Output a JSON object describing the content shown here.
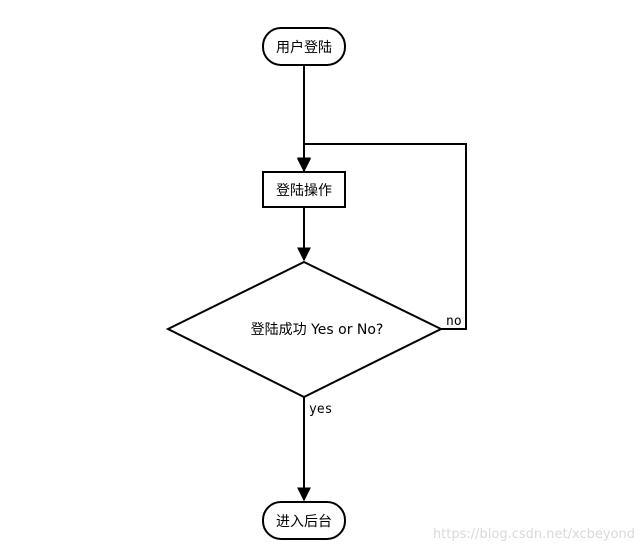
{
  "nodes": {
    "start": {
      "label": "用户登陆"
    },
    "login_action": {
      "label": "登陆操作"
    },
    "decision": {
      "label": "登陆成功 Yes or No?"
    },
    "end": {
      "label": "进入后台"
    }
  },
  "edges": {
    "no_label": "no",
    "yes_label": "yes"
  },
  "watermark": "https://blog.csdn.net/xcbeyond",
  "colors": {
    "stroke": "#000000",
    "fill": "#ffffff",
    "watermark": "#d9d9d9"
  }
}
